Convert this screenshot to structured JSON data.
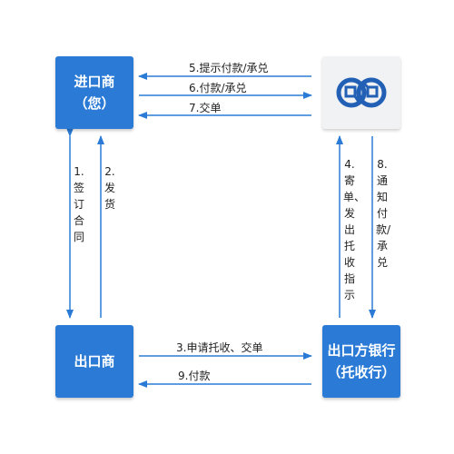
{
  "nodes": {
    "importer": {
      "line1": "进口商",
      "line2": "（您）"
    },
    "exporter": {
      "line1": "出口商"
    },
    "bank": {
      "line1": "出口方银行",
      "line2": "（托收行）"
    },
    "logo": {
      "icon": "bank-logo-icon"
    }
  },
  "edges": {
    "e5": "5.提示付款/承兑",
    "e6": "6.付款/承兑",
    "e7": "7.交单",
    "e1": "1.签订合同",
    "e2": "2.发货",
    "e3": "3.申请托收、交单",
    "e9": "9.付款",
    "e4": "4.寄单、发出托收指示",
    "e8": "8.通知付款/承兑"
  },
  "colors": {
    "box": "#2b7bd6",
    "arrow": "#2b7bd6",
    "logo_bg": "#f1f2f4"
  }
}
